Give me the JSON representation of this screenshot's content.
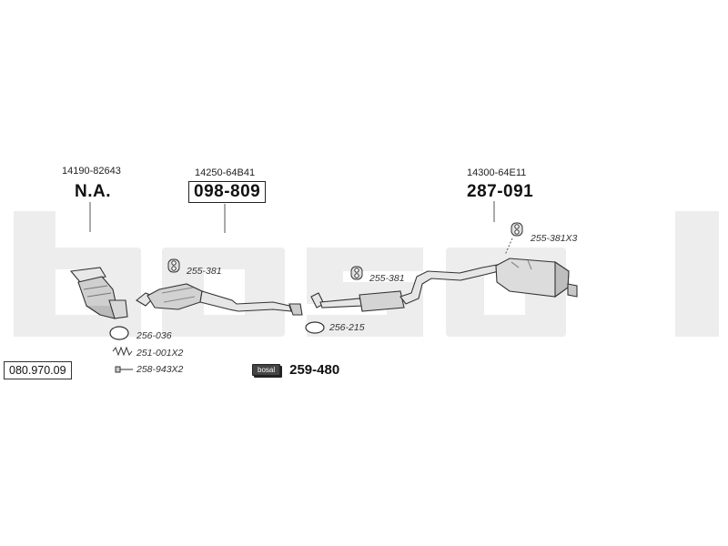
{
  "diagram": {
    "set_code": "080.970.09",
    "watermark": "bosal",
    "parts": [
      {
        "oem": "14190-82643",
        "number": "N.A."
      },
      {
        "oem": "14250-64B41",
        "number": "098-809"
      },
      {
        "oem": "14300-64E11",
        "number": "287-091"
      }
    ],
    "refs": {
      "hanger_front": "255-381",
      "hanger_mid": "255-381",
      "hanger_rear": "255-381X3",
      "gasket_mid": "256-215",
      "gasket_front": "256-036",
      "spring": "251-001X2",
      "bolt": "258-943X2"
    },
    "mount_kit": {
      "badge": "bosal",
      "number": "259-480"
    }
  }
}
